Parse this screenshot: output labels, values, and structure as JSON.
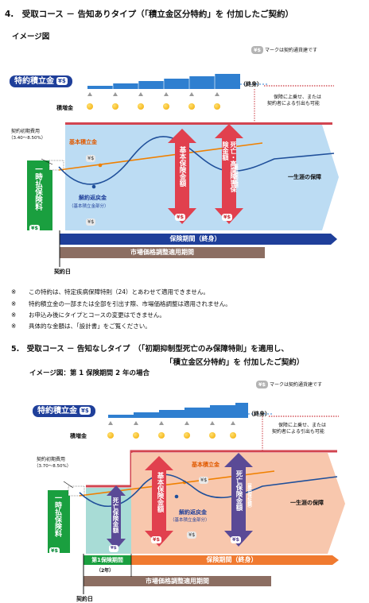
{
  "section4": {
    "heading": "4.　受取コース － 告知ありタイプ（「積立金区分特約」を 付加したご契約）",
    "image_label": "イメージ図",
    "currency_badge": "¥$",
    "currency_note": "マークは契約通貨建です",
    "tag_label": "特約積立金",
    "tag_mark": "¥$",
    "end_label": "（終身）",
    "bonus_label": "積増金",
    "right_note_1": "保障に上乗せ、または",
    "right_note_2": "契約者による引出も可能",
    "initial_cost_label": "契約初期費用",
    "initial_cost_range": "（3.40～8.50%）",
    "lump_sum_label": "一時払保険料",
    "lump_sum_mark": "¥$",
    "reserve_label": "基本積立金",
    "reserve_mark": "¥$",
    "surrender_label": "解約返戻金",
    "surrender_sub": "（基本積立金部分）",
    "surrender_mark": "¥$",
    "basic_sum_label": "基本保険金額",
    "basic_sum_mark": "¥$",
    "death_label": "死亡・高度障害保険金額",
    "death_sub": "（最低保証額）",
    "death_mark": "¥$",
    "lifetime_label": "一生涯の保障",
    "period_bar": "保険期間（終身）",
    "mva_bar": "市場価格調整適用期間",
    "contract_date": "契約日"
  },
  "notes": [
    {
      "mark": "※",
      "text": "この特約は、特定疾病保障特則（24）とあわせて適用できません。"
    },
    {
      "mark": "※",
      "text": "特約積立金の一部または全部を引出す際、市場価格調整は適用されません。"
    },
    {
      "mark": "※",
      "text": "お申込み後にタイプとコースの変更はできません。"
    },
    {
      "mark": "※",
      "text": "具体的な金額は、「設計書」をご覧ください。"
    }
  ],
  "section5": {
    "heading_1": "5.　受取コース － 告知なしタイプ　（「初期抑制型死亡のみ保障特則」を適用し、",
    "heading_2": "「積立金区分特約」を 付加したご契約）",
    "image_label": "イメージ図：第 1 保険期間 2 年の場合",
    "currency_badge": "¥$",
    "currency_note": "マークは契約通貨建です",
    "tag_label": "特約積立金",
    "tag_mark": "¥$",
    "end_label": "（終身）",
    "bonus_label": "積増金",
    "right_note_1": "保障に上乗せ、または",
    "right_note_2": "契約者による引出も可能",
    "initial_cost_label": "契約初期費用",
    "initial_cost_range": "（3.70～8.50%）",
    "lump_sum_label": "一時払保険料",
    "lump_sum_mark": "¥$",
    "reserve_label": "基本積立金",
    "reserve_mark": "¥$",
    "death_small_label": "死亡保険金額",
    "death_small_mark": "¥$",
    "basic_sum_label": "基本保険金額",
    "basic_sum_mark": "¥$",
    "surrender_label": "解約返戻金",
    "surrender_sub": "（基本積立金部分）",
    "surrender_mark": "¥$",
    "death_label": "死亡保険金額",
    "death_sub": "（最低保証額）",
    "death_mark": "¥$",
    "lifetime_label": "一生涯の保障",
    "first_period": "第1保険期間",
    "first_period_sub": "（2年）",
    "period_bar": "保険期間（終身）",
    "mva_bar": "市場価格調整適用期間",
    "contract_date": "契約日"
  },
  "colors": {
    "navy": "#1f3f9a",
    "blue_area": "#bcdcf3",
    "peach_area": "#f8c7ad",
    "teal_area": "#a8dcd6",
    "green": "#1a9f3f",
    "red_arrow": "#e1404e",
    "purple_arrow": "#5a4a96",
    "orange_line": "#f08000",
    "brown_bar": "#8c6e62",
    "orange_bar": "#f07a30"
  }
}
